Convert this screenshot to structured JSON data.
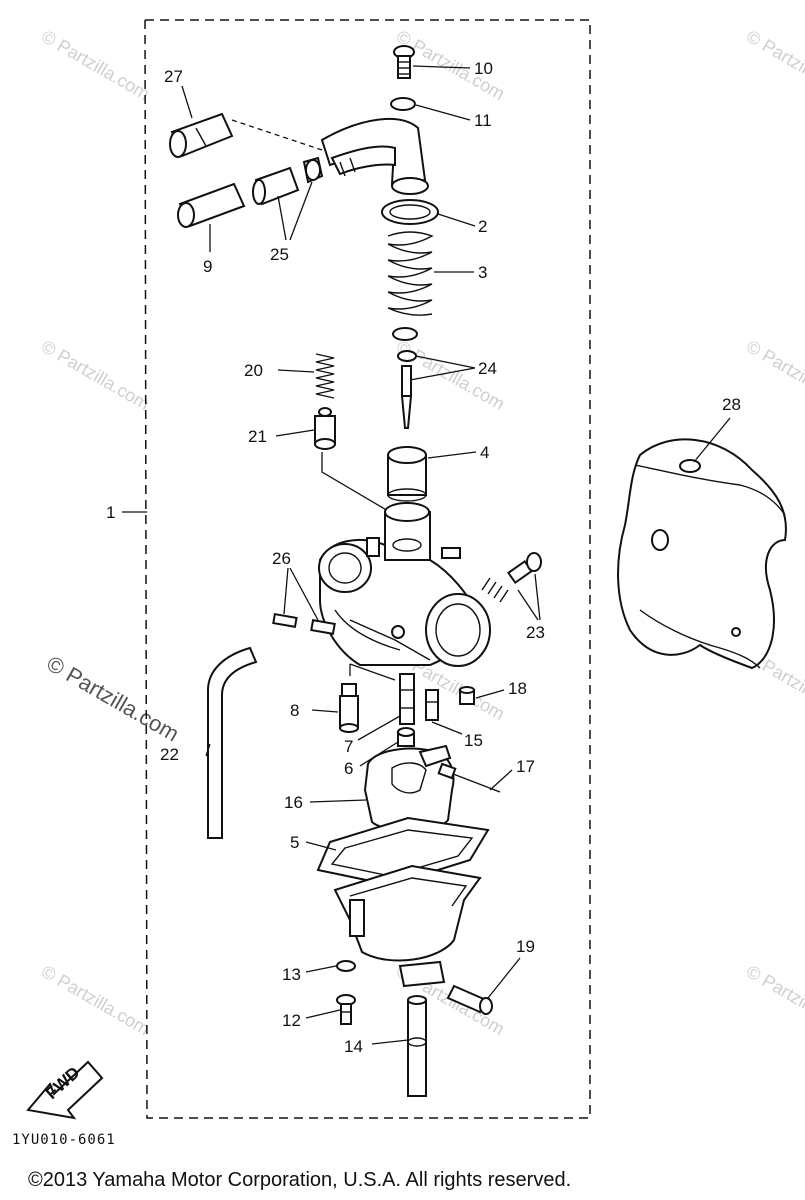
{
  "labels": {
    "l1": "1",
    "l2": "2",
    "l3": "3",
    "l4": "4",
    "l5": "5",
    "l6": "6",
    "l7": "7",
    "l8": "8",
    "l9": "9",
    "l10": "10",
    "l11": "11",
    "l12": "12",
    "l13": "13",
    "l14": "14",
    "l15": "15",
    "l16": "16",
    "l17": "17",
    "l18": "18",
    "l19": "19",
    "l20": "20",
    "l21": "21",
    "l22": "22",
    "l23": "23",
    "l24": "24",
    "l25": "25",
    "l26": "26",
    "l27": "27",
    "l28": "28"
  },
  "fwd_label": "FWD",
  "diagram_code": "1YU010-6061",
  "copyright": "©2013 Yamaha Motor Corporation, U.S.A. All rights reserved.",
  "watermark": "© Partzilla.com",
  "watermark_big": "© Partzilla.com"
}
